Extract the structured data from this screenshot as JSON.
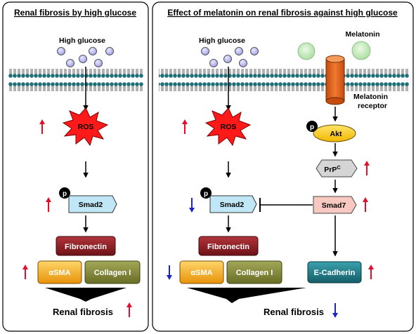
{
  "left_panel": {
    "title": "Renal fibrosis by high glucose",
    "stimulus": "High glucose",
    "ros": "ROS",
    "phospho": "p",
    "smad2": "Smad2",
    "fibronectin": "Fibronectin",
    "asma": "αSMA",
    "collagen": "Collagen I",
    "outcome": "Renal fibrosis",
    "ros_change": "up",
    "smad2_change": "up",
    "markers_change": "up",
    "outcome_change": "up"
  },
  "right_panel": {
    "title": "Effect of melatonin on renal fibrosis against high glucose",
    "stimulus": "High glucose",
    "melatonin": "Melatonin",
    "receptor_line1": "Melatonin",
    "receptor_line2": "receptor",
    "phospho_akt": "p",
    "akt": "Akt",
    "prpc": "PrP",
    "prpc_sup": "C",
    "smad7": "Smad7",
    "ros": "ROS",
    "phospho_smad2": "p",
    "smad2": "Smad2",
    "fibronectin": "Fibronectin",
    "asma": "αSMA",
    "collagen": "Collagen I",
    "ecadherin": "E-Cadherin",
    "outcome": "Renal fibrosis",
    "ros_change": "up",
    "smad2_change": "down",
    "markers_change": "down",
    "prpc_change": "up",
    "smad7_change": "up",
    "ecadherin_change": "up",
    "outcome_change": "down"
  },
  "colors": {
    "up_arrow": "#e0102a",
    "down_arrow": "#1f22c8",
    "membrane_head": "#1f6f78",
    "ros_fill": "#ff1a1a",
    "glucose_fill": "#b4b4f0",
    "melatonin_fill": "#c6ecbf",
    "receptor_fill": "#e8631a",
    "fibronectin_fill": "#8f1c22",
    "asma_fill": "#f2a81d",
    "collagen_fill": "#848a3a",
    "ecadherin_fill": "#1f7f8c",
    "akt_fill": "#ffd21e",
    "smad2_fill": "#bfe7f5",
    "smad7_fill": "#f7c8c0",
    "prpc_fill": "#d5d5d5"
  }
}
